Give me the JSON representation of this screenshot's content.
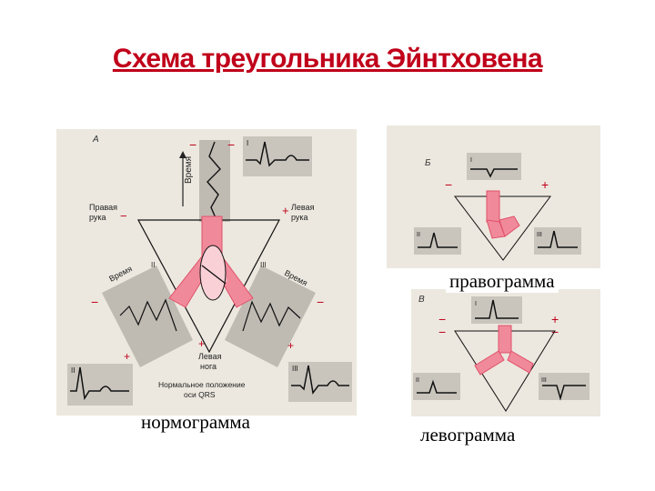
{
  "slide": {
    "title": "Схема треугольника Эйнтховена"
  },
  "captions": {
    "normo": "нормограмма",
    "pravo": "правограмма",
    "levo": "левограмма"
  },
  "panel_a": {
    "letter": "А",
    "vremya": "Время",
    "right_arm_1": "Правая",
    "right_arm_2": "рука",
    "left_arm_1": "Левая",
    "left_arm_2": "рука",
    "left_leg_1": "Левая",
    "left_leg_2": "нога",
    "axis_1": "Нормальное положение",
    "axis_2": "оси QRS",
    "lead_I": "I",
    "lead_II": "II",
    "lead_III": "III",
    "plus": "+",
    "minus": "−"
  },
  "panel_b": {
    "letter": "Б",
    "lead_I": "I",
    "lead_II": "II",
    "lead_III": "III"
  },
  "panel_v": {
    "letter": "В",
    "lead_I": "I",
    "lead_II": "II",
    "lead_III": "III"
  },
  "colors": {
    "title": "#c0001a",
    "pink": "#f08a9a",
    "pink_dark": "#e0506a",
    "panel": "#ece8df",
    "ecg_box": "#c9c5bd"
  }
}
